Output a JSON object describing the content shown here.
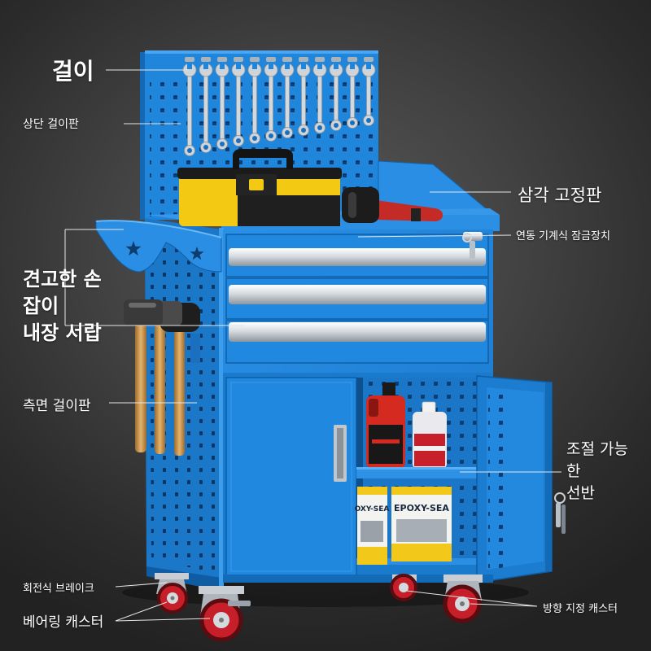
{
  "callouts": {
    "hooks": "걸이",
    "upper_pegboard": "상단 걸이판",
    "triangle_bracket": "삼각 고정판",
    "interlock": "연동 기계식 잠금장치",
    "drawers_lines": [
      "견고한 손",
      "잡이",
      "내장 서랍"
    ],
    "side_pegboard": "측면 걸이판",
    "shelf_lines": [
      "조절 가능",
      "한",
      "선반"
    ],
    "swivel_brake": "회전식 브레이크",
    "bearing_caster": "베어링 캐스터",
    "directional_caster": "방향 지정 캐스터"
  },
  "product_text": {
    "bucket_left": "OXY-SEA",
    "bucket_right": "EPOXY-SEA"
  },
  "colors": {
    "cabinet_blue": "#1f86dc",
    "handle_chrome": "#d6dbe0",
    "toolbox_yellow": "#f4c913",
    "caster_red": "#c61f29",
    "background": "#414141",
    "callout_text": "#ffffff"
  }
}
